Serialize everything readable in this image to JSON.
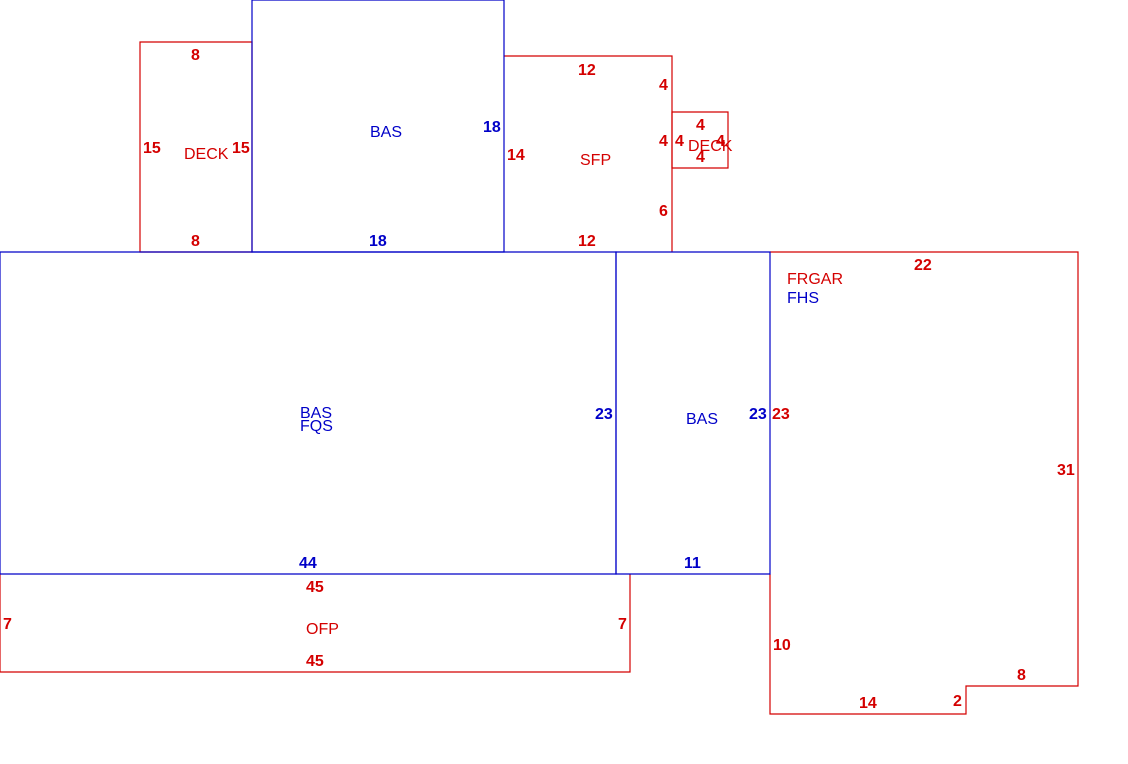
{
  "colors": {
    "red": "#d40000",
    "blue": "#0000c8"
  },
  "deck_left": {
    "label": "DECK",
    "top": "8",
    "bottom": "8",
    "left": "15",
    "right": "15"
  },
  "bas_upper": {
    "label": "BAS",
    "right": "18",
    "bottom": "18"
  },
  "sfp": {
    "label": "SFP",
    "top": "12",
    "bottom": "12",
    "left": "14",
    "right_upper": "4",
    "right_mid": "4",
    "right_lower": "6"
  },
  "deck_small": {
    "label": "DECK",
    "top": "4",
    "bottom": "4",
    "left": "4",
    "right": "4"
  },
  "bas_main": {
    "label1": "BAS",
    "label2": "FQS",
    "right": "23",
    "bottom": "44"
  },
  "bas_right": {
    "label": "BAS",
    "right": "23",
    "bottom": "11"
  },
  "garage": {
    "label1": "FRGAR",
    "label2": "FHS",
    "top": "22",
    "left_upper": "23",
    "right": "31",
    "left_lower": "10",
    "bottom": "14",
    "step": "2",
    "step_top": "8"
  },
  "ofp": {
    "label": "OFP",
    "top": "45",
    "bottom": "45",
    "left": "7",
    "right": "7"
  }
}
